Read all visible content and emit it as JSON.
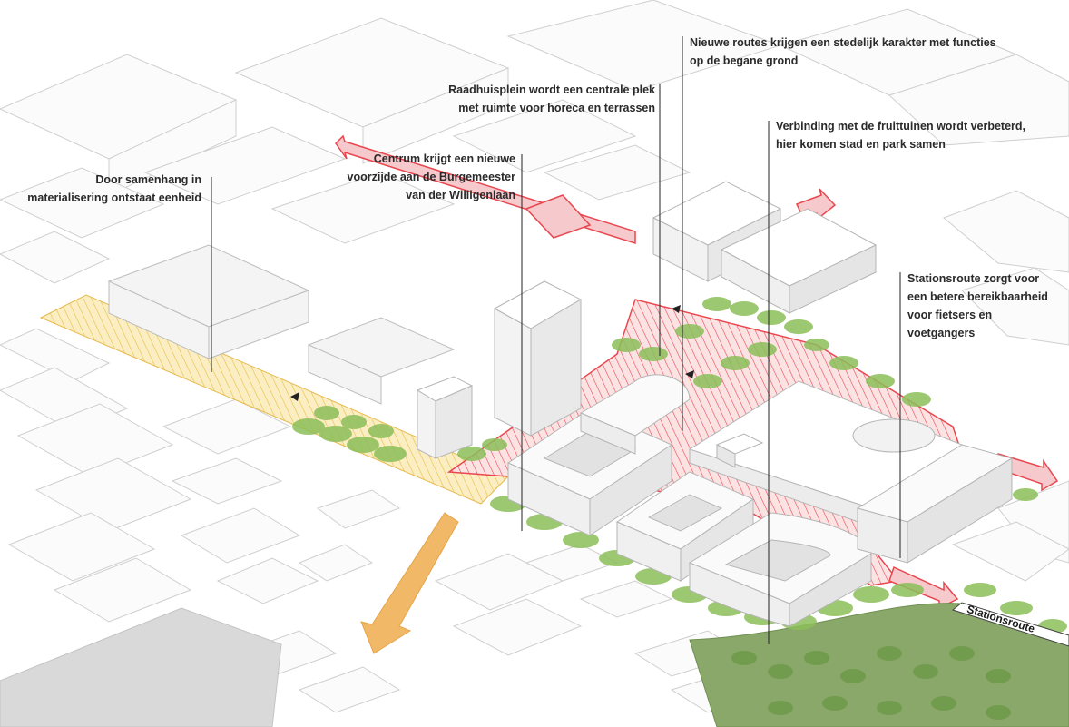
{
  "annotations": [
    {
      "id": "materialisering",
      "lines": [
        "Door samenhang in",
        "materialisering ontstaat eenheid"
      ]
    },
    {
      "id": "centrum",
      "lines": [
        "Centrum krijgt een nieuwe",
        "voorzijde aan de Burgemeester",
        "van der Willigenlaan"
      ]
    },
    {
      "id": "raadhuisplein",
      "lines": [
        "Raadhuisplein wordt een centrale plek",
        "met ruimte voor horeca en terrassen"
      ]
    },
    {
      "id": "nieuwe-routes",
      "lines": [
        "Nieuwe routes krijgen een stedelijk karakter met functies",
        "op de begane grond"
      ]
    },
    {
      "id": "fruittuinen",
      "lines": [
        "Verbinding met de fruittuinen wordt verbeterd,",
        "hier komen stad en park samen"
      ]
    },
    {
      "id": "stationsroute",
      "lines": [
        "Stationsroute zorgt voor",
        "een betere bereikbaarheid",
        "voor fietsers en",
        "voetgangers"
      ]
    }
  ],
  "route_label": "Stationsroute",
  "colors": {
    "red_route": "#e8474f",
    "red_fill": "#f6c9cc",
    "yellow_zone": "#f3d98a",
    "orange_arrow": "#f1b867",
    "green_trees": "#8cbf5a",
    "park": "#8aa86a",
    "building_line": "#b9b9b9",
    "building_fill": "#f7f7f7"
  }
}
